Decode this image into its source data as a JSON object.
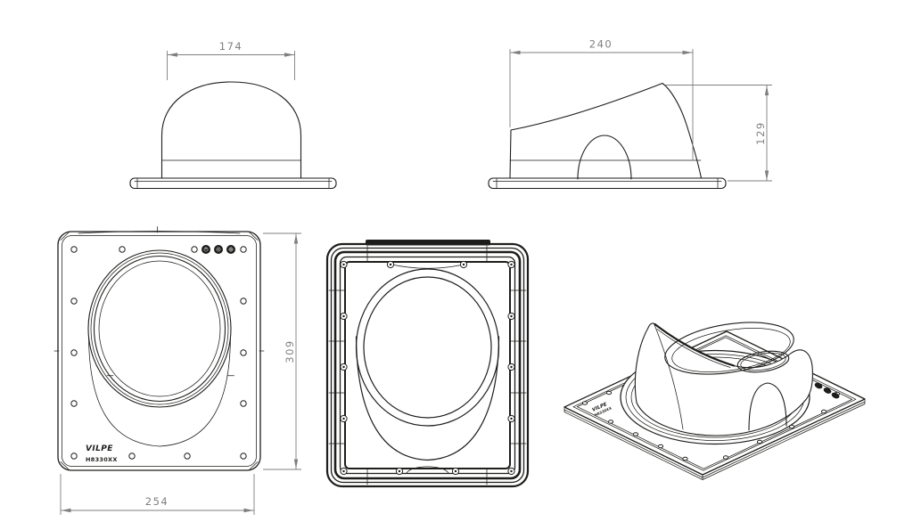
{
  "drawing": {
    "brand": "VILPE",
    "model": "H8330XX",
    "colors": {
      "line": "#1d1d1b",
      "dimension": "#7f7f7f",
      "background": "#ffffff"
    },
    "views": {
      "front": {
        "label": "front-elevation",
        "dim_width": "174"
      },
      "side": {
        "label": "side-elevation",
        "dim_width": "240",
        "dim_height": "129"
      },
      "plan": {
        "label": "top-plan",
        "dim_height": "309",
        "dim_width": "254"
      },
      "bottom": {
        "label": "bottom-view"
      },
      "iso": {
        "label": "isometric-view"
      }
    }
  }
}
